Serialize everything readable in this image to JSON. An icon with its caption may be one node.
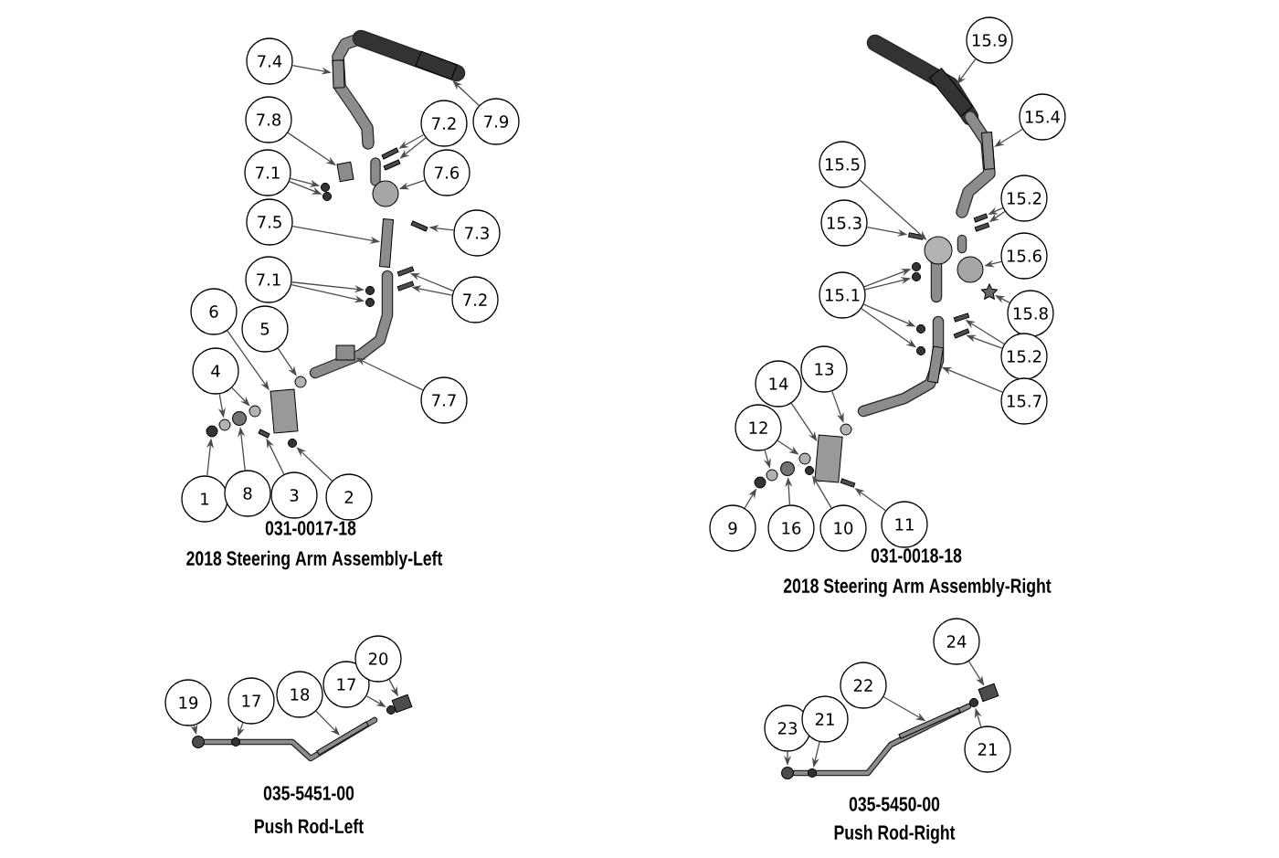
{
  "diagram": {
    "nodes": [
      {
        "text": [
          "7.4"
        ]
      },
      {
        "text": [
          "7.9"
        ]
      },
      {
        "text": [
          "7.8"
        ]
      },
      {
        "text": [
          "7.2"
        ]
      },
      {
        "text": [
          "7.1"
        ]
      },
      {
        "text": [
          "7.6"
        ]
      },
      {
        "text": [
          "7.5"
        ]
      },
      {
        "text": [
          "7.3"
        ]
      },
      {
        "text": [
          "7.1"
        ]
      },
      {
        "text": [
          "7.2"
        ]
      },
      {
        "text": [
          "6"
        ]
      },
      {
        "text": [
          "5"
        ]
      },
      {
        "text": [
          "4"
        ]
      },
      {
        "text": [
          "7.7"
        ]
      },
      {
        "text": [
          "1"
        ]
      },
      {
        "text": [
          "8"
        ]
      },
      {
        "text": [
          "3"
        ]
      },
      {
        "text": [
          "2"
        ]
      },
      {
        "text": [
          "15.9"
        ]
      },
      {
        "text": [
          "15.4"
        ]
      },
      {
        "text": [
          "15.5"
        ]
      },
      {
        "text": [
          "15.2"
        ]
      },
      {
        "text": [
          "15.3"
        ]
      },
      {
        "text": [
          "15.6"
        ]
      },
      {
        "text": [
          "15.1"
        ]
      },
      {
        "text": [
          "15.8"
        ]
      },
      {
        "text": [
          "15.2"
        ]
      },
      {
        "text": [
          "13"
        ]
      },
      {
        "text": [
          "14"
        ]
      },
      {
        "text": [
          "15.7"
        ]
      },
      {
        "text": [
          "12"
        ]
      },
      {
        "text": [
          "9"
        ]
      },
      {
        "text": [
          "16"
        ]
      },
      {
        "text": [
          "10"
        ]
      },
      {
        "text": [
          "11"
        ]
      },
      {
        "text": [
          "19"
        ]
      },
      {
        "text": [
          "17"
        ]
      },
      {
        "text": [
          "18"
        ]
      },
      {
        "text": [
          "17"
        ]
      },
      {
        "text": [
          "20"
        ]
      },
      {
        "text": [
          "24"
        ]
      },
      {
        "text": [
          "22"
        ]
      },
      {
        "text": [
          "23"
        ]
      },
      {
        "text": [
          "21"
        ]
      },
      {
        "text": [
          "21"
        ]
      },
      {
        "text": [],
        "shape": "bar"
      },
      {
        "text": [],
        "shape": "bar"
      },
      {
        "text": [],
        "shape": "box"
      },
      {
        "text": [],
        "shape": "bar"
      },
      {
        "text": [],
        "shape": "bar"
      },
      {
        "text": [],
        "shape": "circle"
      },
      {
        "text": [],
        "shape": "circle"
      },
      {
        "text": [],
        "shape": "circle"
      },
      {
        "text": [],
        "shape": "bar"
      },
      {
        "text": [],
        "shape": "bar"
      },
      {
        "text": [],
        "shape": "circle"
      },
      {
        "text": [],
        "shape": "circle"
      },
      {
        "text": [],
        "shape": "bar"
      },
      {
        "text": [],
        "shape": "bar"
      },
      {
        "text": [],
        "shape": "box"
      },
      {
        "text": [],
        "shape": "circle"
      },
      {
        "text": [],
        "shape": "circle"
      },
      {
        "text": [],
        "shape": "circle"
      },
      {
        "text": [],
        "shape": "box"
      },
      {
        "text": [],
        "shape": "circle"
      },
      {
        "text": [],
        "shape": "circle"
      },
      {
        "text": [],
        "shape": "bar"
      },
      {
        "text": [],
        "shape": "circle"
      },
      {
        "text": [],
        "shape": "bar"
      },
      {
        "text": [],
        "shape": "bar"
      },
      {
        "text": [],
        "shape": "circle"
      },
      {
        "text": [],
        "shape": "bar"
      },
      {
        "text": [],
        "shape": "bar"
      },
      {
        "text": [],
        "shape": "bar"
      },
      {
        "text": [],
        "shape": "circle"
      },
      {
        "text": [],
        "shape": "circle"
      },
      {
        "text": [],
        "shape": "circle"
      },
      {
        "text": [],
        "shape": "circle"
      },
      {
        "text": [],
        "shape": "circle"
      },
      {
        "text": [],
        "shape": "star"
      },
      {
        "text": [],
        "shape": "bar"
      },
      {
        "text": [],
        "shape": "bar"
      },
      {
        "text": [],
        "shape": "circle"
      },
      {
        "text": [],
        "shape": "box"
      },
      {
        "text": [],
        "shape": "bar"
      },
      {
        "text": [],
        "shape": "circle"
      },
      {
        "text": [],
        "shape": "circle"
      },
      {
        "text": [],
        "shape": "circle"
      },
      {
        "text": [],
        "shape": "circle"
      },
      {
        "text": [],
        "shape": "circle"
      },
      {
        "text": [],
        "shape": "bar"
      },
      {
        "text": [],
        "shape": "circle"
      },
      {
        "text": [],
        "shape": "circle"
      },
      {
        "text": [],
        "shape": "bar"
      },
      {
        "text": [],
        "shape": "circle"
      },
      {
        "text": [],
        "shape": "box"
      },
      {
        "text": [],
        "shape": "box"
      },
      {
        "text": [],
        "shape": "bar"
      },
      {
        "text": [],
        "shape": "circle"
      },
      {
        "text": [],
        "shape": "circle"
      },
      {
        "text": [],
        "shape": "circle"
      }
    ],
    "edges": [
      {
        "from": 0,
        "to": 45,
        "arrow": "to"
      },
      {
        "from": 1,
        "to": 46,
        "arrow": "to"
      },
      {
        "from": 2,
        "to": 47,
        "arrow": "to"
      },
      {
        "from": 3,
        "to": 48,
        "arrow": "to"
      },
      {
        "from": 3,
        "to": 49,
        "arrow": "to"
      },
      {
        "from": 4,
        "to": 50,
        "arrow": "to"
      },
      {
        "from": 4,
        "to": 51,
        "arrow": "to"
      },
      {
        "from": 5,
        "to": 52,
        "arrow": "to"
      },
      {
        "from": 6,
        "to": 53,
        "arrow": "to"
      },
      {
        "from": 7,
        "to": 54,
        "arrow": "to"
      },
      {
        "from": 8,
        "to": 55,
        "arrow": "to"
      },
      {
        "from": 8,
        "to": 56,
        "arrow": "to"
      },
      {
        "from": 9,
        "to": 57,
        "arrow": "to"
      },
      {
        "from": 9,
        "to": 58,
        "arrow": "to"
      },
      {
        "from": 10,
        "to": 59,
        "arrow": "to"
      },
      {
        "from": 11,
        "to": 60,
        "arrow": "to"
      },
      {
        "from": 12,
        "to": 61,
        "arrow": "to"
      },
      {
        "from": 12,
        "to": 62,
        "arrow": "to"
      },
      {
        "from": 13,
        "to": 63,
        "arrow": "to"
      },
      {
        "from": 14,
        "to": 64,
        "arrow": "to"
      },
      {
        "from": 15,
        "to": 65,
        "arrow": "to"
      },
      {
        "from": 16,
        "to": 66,
        "arrow": "to"
      },
      {
        "from": 17,
        "to": 67,
        "arrow": "to"
      },
      {
        "from": 18,
        "to": 68,
        "arrow": "to"
      },
      {
        "from": 19,
        "to": 69,
        "arrow": "to"
      },
      {
        "from": 20,
        "to": 70,
        "arrow": "to"
      },
      {
        "from": 21,
        "to": 71,
        "arrow": "to"
      },
      {
        "from": 21,
        "to": 72,
        "arrow": "to"
      },
      {
        "from": 22,
        "to": 73,
        "arrow": "to"
      },
      {
        "from": 23,
        "to": 74,
        "arrow": "to"
      },
      {
        "from": 24,
        "to": 75,
        "arrow": "to"
      },
      {
        "from": 24,
        "to": 76,
        "arrow": "to"
      },
      {
        "from": 24,
        "to": 77,
        "arrow": "to"
      },
      {
        "from": 24,
        "to": 78,
        "arrow": "to"
      },
      {
        "from": 25,
        "to": 79,
        "arrow": "to"
      },
      {
        "from": 26,
        "to": 80,
        "arrow": "to"
      },
      {
        "from": 26,
        "to": 81,
        "arrow": "to"
      },
      {
        "from": 27,
        "to": 82,
        "arrow": "to"
      },
      {
        "from": 28,
        "to": 83,
        "arrow": "to"
      },
      {
        "from": 29,
        "to": 84,
        "arrow": "to"
      },
      {
        "from": 30,
        "to": 85,
        "arrow": "to"
      },
      {
        "from": 30,
        "to": 86,
        "arrow": "to"
      },
      {
        "from": 31,
        "to": 87,
        "arrow": "to"
      },
      {
        "from": 32,
        "to": 88,
        "arrow": "to"
      },
      {
        "from": 33,
        "to": 89,
        "arrow": "to"
      },
      {
        "from": 34,
        "to": 90,
        "arrow": "to"
      },
      {
        "from": 35,
        "to": 91,
        "arrow": "to"
      },
      {
        "from": 36,
        "to": 92,
        "arrow": "to"
      },
      {
        "from": 37,
        "to": 93,
        "arrow": "to"
      },
      {
        "from": 38,
        "to": 94,
        "arrow": "to"
      },
      {
        "from": 39,
        "to": 95,
        "arrow": "to"
      },
      {
        "from": 40,
        "to": 96,
        "arrow": "to"
      },
      {
        "from": 41,
        "to": 97,
        "arrow": "to"
      },
      {
        "from": 42,
        "to": 98,
        "arrow": "to"
      },
      {
        "from": 43,
        "to": 99,
        "arrow": "to"
      },
      {
        "from": 44,
        "to": 100,
        "arrow": "to"
      }
    ],
    "labels": [
      "031-0017-18",
      "2018 Steering Arm Assembly-Left",
      "031-0018-18",
      "2018 Steering Arm Assembly-Right",
      "035-5451-00",
      "Push Rod-Left",
      "035-5450-00",
      "Push Rod-Right"
    ]
  }
}
